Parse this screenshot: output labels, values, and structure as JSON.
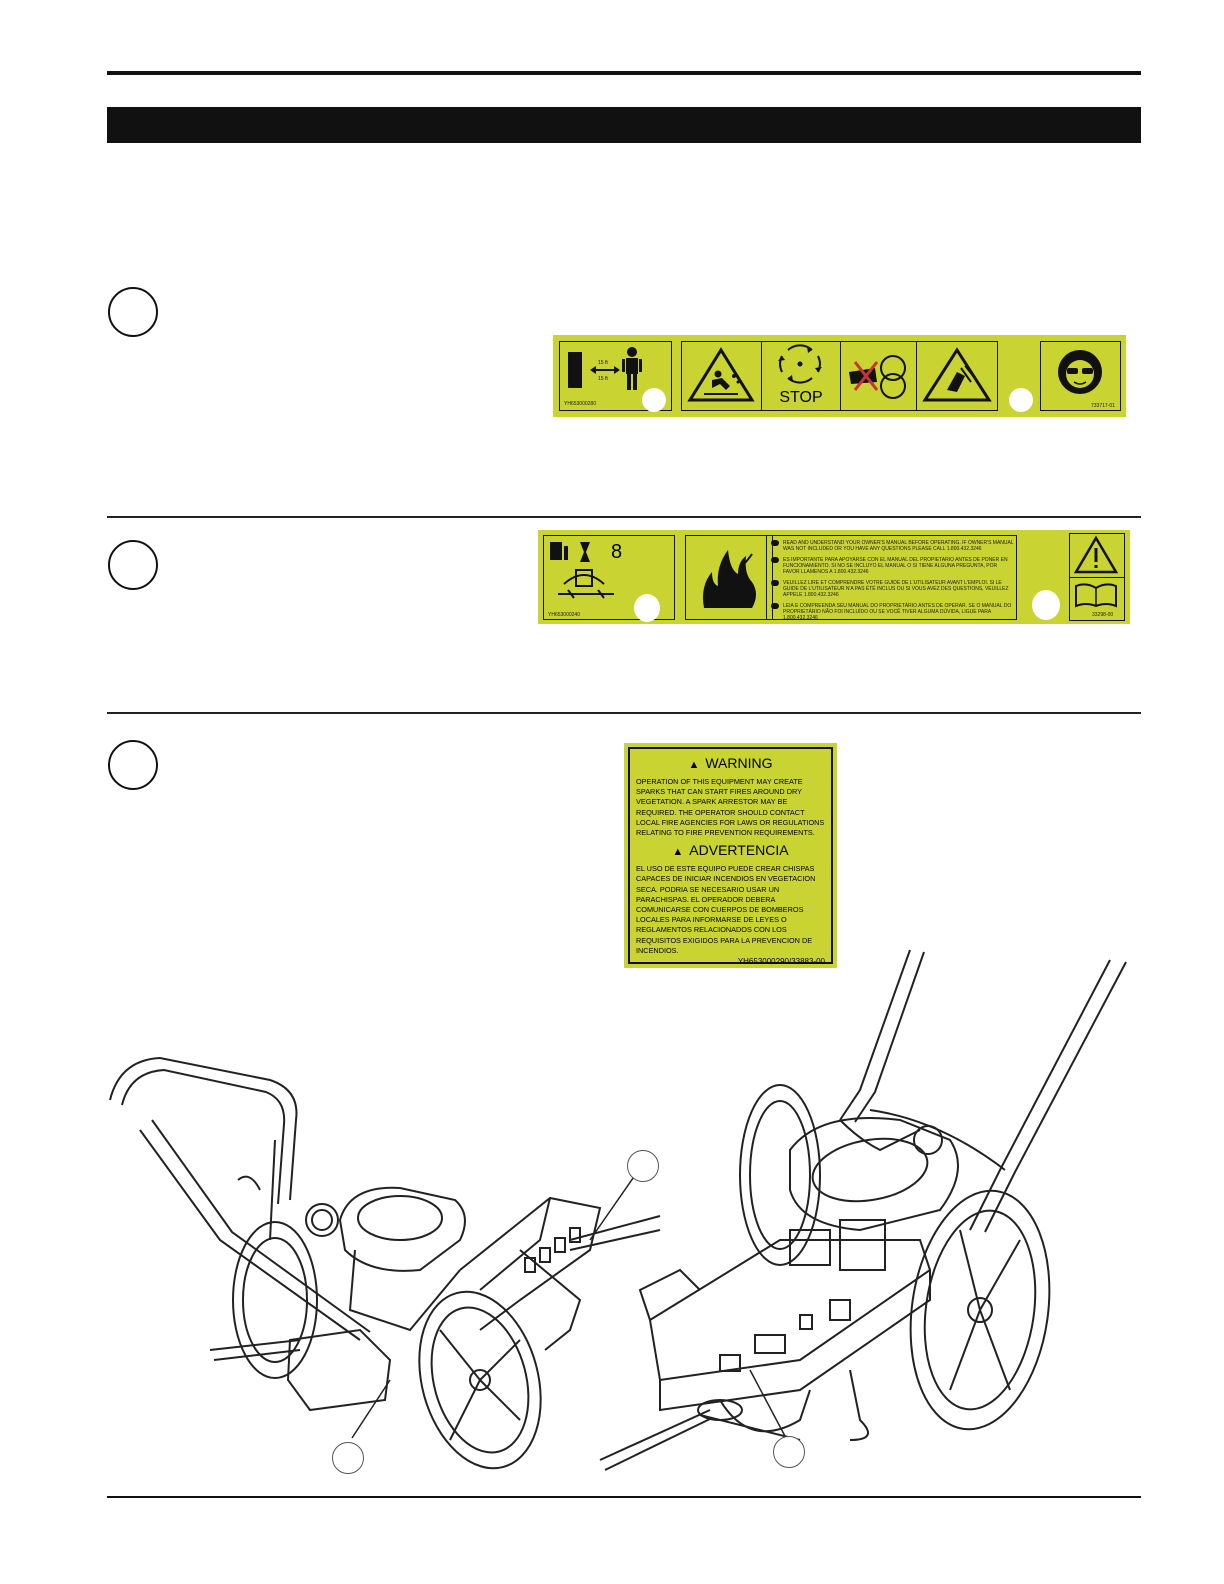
{
  "decal1": {
    "left_code": "YH653000280",
    "right_code": "733717-01",
    "stop_label": "STOP",
    "distance_top": "15 ft",
    "distance_bottom": "15 ft"
  },
  "decal2": {
    "left_number": "8",
    "left_code": "YH653000240",
    "right_code": "33298-00",
    "lines": [
      "READ AND UNDERSTAND YOUR OWNER'S MANUAL BEFORE OPERATING. IF OWNER'S MANUAL WAS NOT INCLUDED OR YOU HAVE ANY QUESTIONS PLEASE CALL 1.800.432.3246",
      "ES IMPORTANTE PARA APOYARSE CON EL MANUAL DEL PROPIETARIO ANTES DE PONER EN FUNCIONAMIENTO. SI NO SE INCLUYO EL MANUAL O SI TIENE ALGUNA PREGUNTA, POR FAVOR LLAMENOS A 1.800.432.3246",
      "VEUILLEZ LIRE ET COMPRENDRE VOTRE GUIDE DE L'UTILISATEUR AVANT L'EMPLOI. SI LE GUIDE DE L'UTILISATEUR N'A PAS ÉTÉ INCLUS OU SI VOUS AVEZ DES QUESTIONS, VEUILLEZ APPELE 1.800.432.3246",
      "LEIA E COMPREENDA SEU MANUAL DO PROPRIETÁRIO ANTES DE OPERAR. SE O MANUAL DO PROPRIETÁRIO NÃO FOI INCLUÍDO OU SE VOCÊ TIVER ALGUMA DÚVIDA, LIGUE PARA 1.800.432.3246"
    ]
  },
  "decal3": {
    "warning_title": "WARNING",
    "warning_text": "OPERATION OF THIS EQUIPMENT MAY CREATE SPARKS THAT CAN START FIRES AROUND DRY VEGETATION. A SPARK ARRESTOR MAY BE REQUIRED. THE OPERATOR SHOULD CONTACT LOCAL FIRE AGENCIES FOR LAWS OR REGULATIONS RELATING TO FIRE PREVENTION REQUIREMENTS.",
    "advertencia_title": "ADVERTENCIA",
    "advertencia_text": "EL USO DE ESTE EQUIPO PUEDE CREAR CHISPAS CAPACES DE INICIAR INCENDIOS EN VEGETACION SECA. PODRIA SE NECESARIO USAR UN PARACHISPAS. EL OPERADOR DEBERA COMUNICARSE CON CUERPOS DE BOMBEROS LOCALES PARA INFORMARSE DE LEYES O REGLAMENTOS RELACIONADOS CON LOS REQUISITOS EXIGIDOS PARA LA PREVENCION DE INCENDIOS.",
    "code": "YH653000290/33883-00"
  },
  "colors": {
    "decal_yellow": "#c9d331",
    "ink": "#111111"
  },
  "icons": [
    "bystander-distance-icon",
    "thrown-object-icon",
    "stop-rotation-icon",
    "no-hands-icon",
    "cut-hazard-icon",
    "eye-ear-protection-icon",
    "fuel-tank-icon",
    "fire-icon",
    "warning-triangle-icon",
    "manual-book-icon"
  ]
}
